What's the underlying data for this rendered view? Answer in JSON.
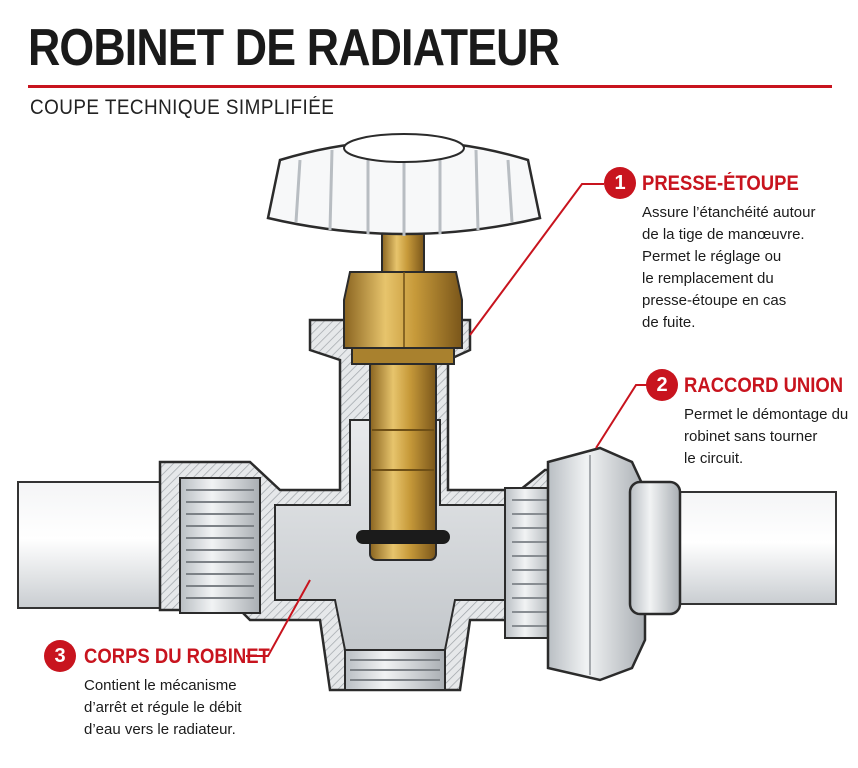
{
  "header": {
    "title": "ROBINET DE RADIATEUR",
    "subtitle": "COUPE TECHNIQUE SIMPLIFIÉE"
  },
  "callouts": [
    {
      "number": "1",
      "title": "PRESSE-ÉTOUPE",
      "text": "Assure l’étanchéité autour\nde la tige de manœuvre.\nPermet le réglage ou\nle remplacement du\npresse-étoupe en cas\nde fuite."
    },
    {
      "number": "2",
      "title": "RACCORD UNION",
      "text": "Permet le démontage du\nrobinet sans tourner\nle circuit."
    },
    {
      "number": "3",
      "title": "CORPS DU ROBINET",
      "text": "Contient le mécanisme\nd’arrêt et régule le débit\nd’eau vers le radiateur."
    }
  ],
  "colors": {
    "accent": "#c8141e",
    "brass": "#c79a3a",
    "metal": "#d9dde0"
  }
}
